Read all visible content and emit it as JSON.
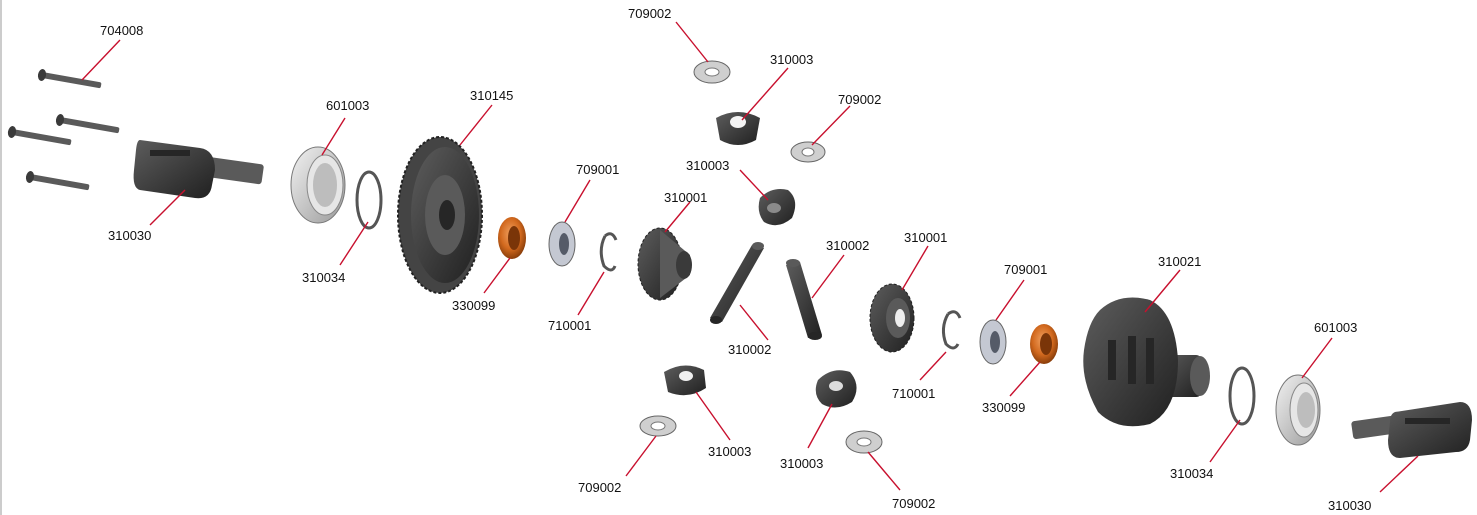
{
  "diagram": {
    "part_numbers": {
      "screw": "704008",
      "outdrive_left": "310030",
      "bearing_left": "601003",
      "shim_left": "310034",
      "ring_gear": "310145",
      "oring_left": "330099",
      "washer_left": "709001",
      "eclip_left": "710001",
      "side_gear_left": "310001",
      "washer_top": "709002",
      "spider_top": "310003",
      "washer_top_right": "709002",
      "spider_upper": "310003",
      "cross_pin_left": "310002",
      "cross_pin_right": "310002",
      "spider_bottom_left": "310003",
      "washer_bottom_left": "709002",
      "spider_bottom_right": "310003",
      "washer_bottom_right": "709002",
      "side_gear_right": "310001",
      "eclip_right": "710001",
      "washer_right": "709001",
      "oring_right": "330099",
      "diff_case": "310021",
      "shim_right": "310034",
      "bearing_right": "601003",
      "outdrive_right": "310030"
    },
    "colors": {
      "leader": "#c8102e",
      "part_dark": "#3a3a3a",
      "oring": "#d2691e",
      "metal": "#c9c9c9"
    }
  }
}
